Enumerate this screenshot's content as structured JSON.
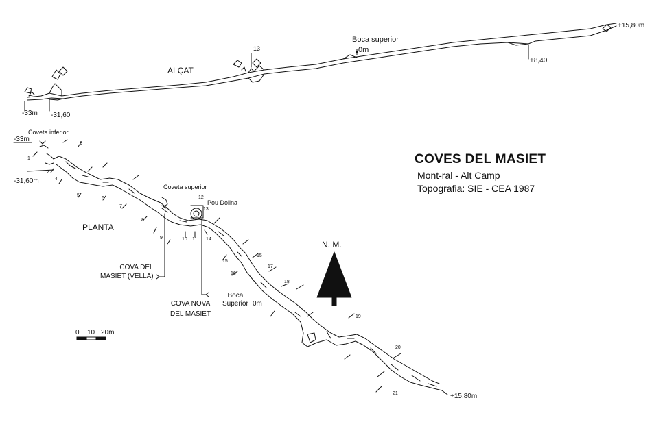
{
  "title": "COVES DEL MASIET",
  "location": "Mont-ral - Alt Camp",
  "credit": "Topografia: SIE - CEA  1987",
  "north": "N. M.",
  "elevation": {
    "label": "ALÇAT",
    "depth_a": "-33m",
    "depth_b": "-31,60",
    "height_a": "+8,40",
    "height_b": "+15,80m",
    "station": "13",
    "entrance_top": "Boca superior",
    "entrance_top_depth": "0m"
  },
  "plan": {
    "label": "PLANTA",
    "depth_a": "-33m",
    "depth_b": "-31,60m",
    "coveta_inferior": "Coveta inferior",
    "coveta_superior": "Coveta superior",
    "pou_dolina": "Pou Dolina",
    "cova_vella": "COVA DEL\nMASIET (VELLA)",
    "cova_nova": "COVA NOVA\nDEL MASIET",
    "boca_superior": "Boca\nSuperior",
    "boca_depth": "0m",
    "end_height": "+15,80m",
    "stations": [
      "1",
      "2",
      "3",
      "4",
      "5",
      "6",
      "7",
      "8",
      "9",
      "10",
      "11",
      "12",
      "13",
      "14",
      "15",
      "15",
      "16",
      "17",
      "18",
      "19",
      "20",
      "21"
    ]
  },
  "scale": {
    "ticks": [
      "0",
      "10",
      "20m"
    ]
  }
}
